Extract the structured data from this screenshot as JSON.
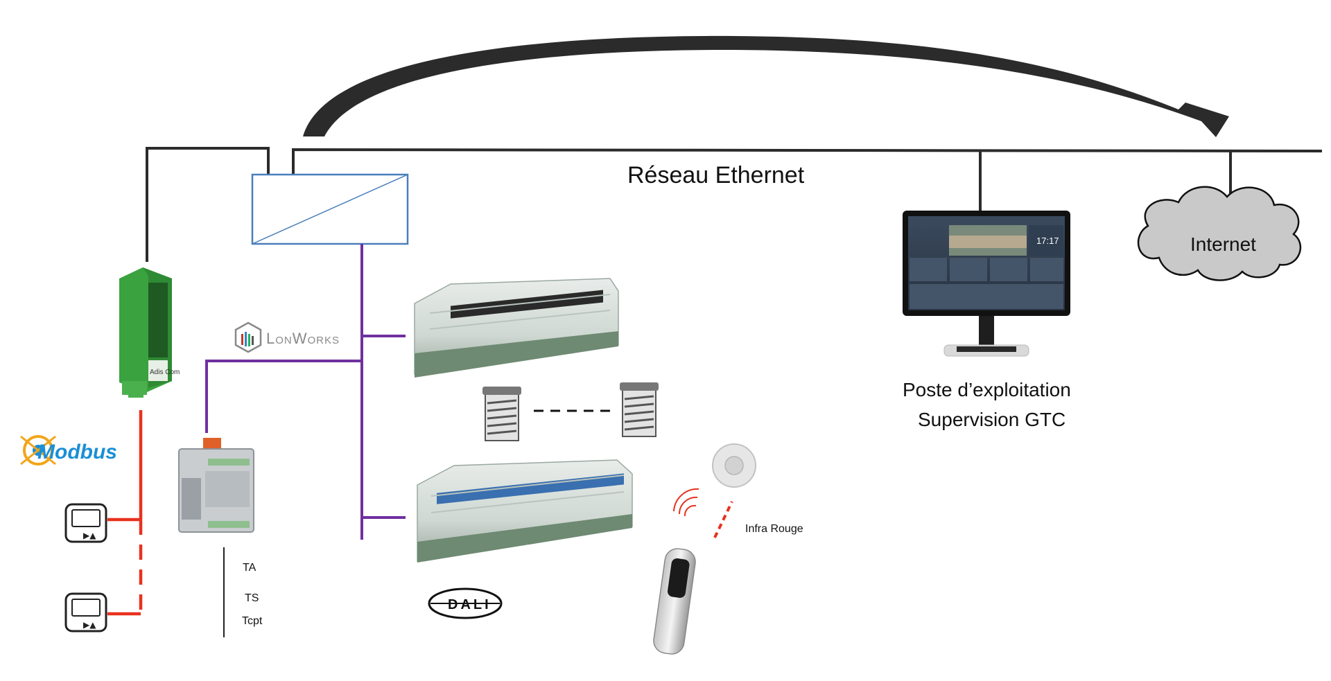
{
  "labels": {
    "network": "Réseau Ethernet",
    "internet": "Internet",
    "station_line1": "Poste d’exploitation",
    "station_line2": "Supervision GTC",
    "infrared": "Infra Rouge",
    "sensor_ta": "TA",
    "sensor_ts": "TS",
    "sensor_tcpt": "Tcpt",
    "lonworks": "LonWorks",
    "modbus": "Modbus",
    "dali": "DALI",
    "gateway_brand": "Adis Com",
    "screen_clock": "17:17"
  },
  "colors": {
    "network_line": "#2b2b2b",
    "lonworks_bus": "#7030a0",
    "modbus_bus": "#e8321e",
    "router_border": "#4a7ebb",
    "cloud_fill": "#c9c9c9",
    "modbus_blue": "#1a8fd6",
    "modbus_orange": "#f2a51a",
    "gateway_green": "#3aa23e"
  },
  "icons": [
    "curved-arrow-icon",
    "router-icon",
    "gateway-icon",
    "thermostat-icon",
    "blind-icon",
    "monitor-icon",
    "cloud-icon",
    "ir-sensor-icon",
    "remote-icon",
    "ir-signal-icon"
  ]
}
